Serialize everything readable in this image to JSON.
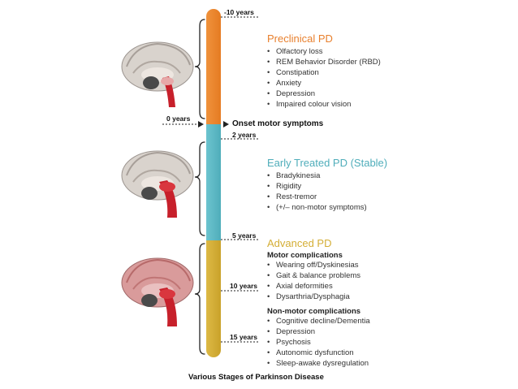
{
  "timeline": {
    "marks": {
      "minus10": "-10 years",
      "zero": "0 years",
      "two": "2 years",
      "five": "5 years",
      "ten": "10 years",
      "fifteen": "15 years"
    },
    "onset_label": "Onset motor symptoms"
  },
  "stages": {
    "preclinical": {
      "title": "Preclinical PD",
      "color": "#E8802E",
      "items": [
        "Olfactory loss",
        "REM Behavior Disorder (RBD)",
        "Constipation",
        "Anxiety",
        "Depression",
        "Impaired colour vision"
      ]
    },
    "early": {
      "title": "Early Treated PD (Stable)",
      "color": "#5BB7C4",
      "items": [
        "Bradykinesia",
        "Rigidity",
        "Rest-tremor",
        "(+/– non-motor symptoms)"
      ]
    },
    "advanced": {
      "title": "Advanced PD",
      "color": "#D4AE35",
      "motor_heading": "Motor complications",
      "motor_items": [
        "Wearing off/Dyskinesias",
        "Gait & balance problems",
        "Axial deformities",
        "Dysarthria/Dysphagia"
      ],
      "nonmotor_heading": "Non-motor complications",
      "nonmotor_items": [
        "Cognitive decline/Dementia",
        "Depression",
        "Psychosis",
        "Autonomic dysfunction",
        "Sleep-awake dysregulation"
      ]
    }
  },
  "brain_icons": [
    "brain-preclinical-icon",
    "brain-early-icon",
    "brain-advanced-icon"
  ],
  "caption": "Various Stages of Parkinson Disease"
}
